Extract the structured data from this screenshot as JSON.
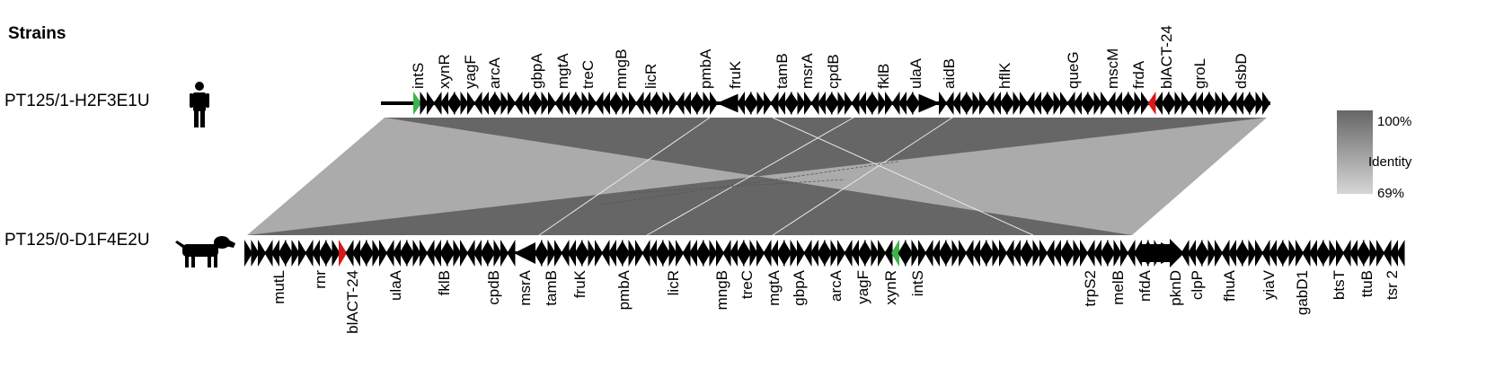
{
  "heading": "Strains",
  "strains": {
    "top": {
      "name": "PT125/1-H2F3E1U",
      "host_icon": "human-icon"
    },
    "bottom": {
      "name": "PT125/0-D1F4E2U",
      "host_icon": "dog-icon"
    }
  },
  "genes_top": [
    "intS",
    "xynR",
    "yagF",
    "arcA",
    "gbpA",
    "mgtA",
    "treC",
    "mngB",
    "licR",
    "pmbA",
    "fruK",
    "tamB",
    "msrA",
    "cpdB",
    "fklB",
    "ulaA",
    "aidB",
    "hflK",
    "queG",
    "mscM",
    "frdA",
    "blACT-24",
    "groL",
    "dsbD"
  ],
  "genes_bottom": [
    "mutL",
    "rnr",
    "blACT-24",
    "ulaA",
    "fklB",
    "cpdB",
    "msrA",
    "tamB",
    "fruK",
    "pmbA",
    "licR",
    "mngB",
    "treC",
    "mgtA",
    "gbpA",
    "arcA",
    "yagF",
    "xynR",
    "intS",
    "trpS2",
    "melB",
    "nfdA",
    "pknD",
    "clpP",
    "fhuA",
    "yiaV",
    "gabD1",
    "btsT",
    "ttuB",
    "tsr_2"
  ],
  "legend": {
    "title": "Identity",
    "max": "100%",
    "min": "69%"
  },
  "colors": {
    "arrow": "#000000",
    "highlight_green": "#3cb44b",
    "highlight_red": "#d7191c",
    "identity_high": "#666666",
    "identity_low": "#d6d6d6"
  }
}
